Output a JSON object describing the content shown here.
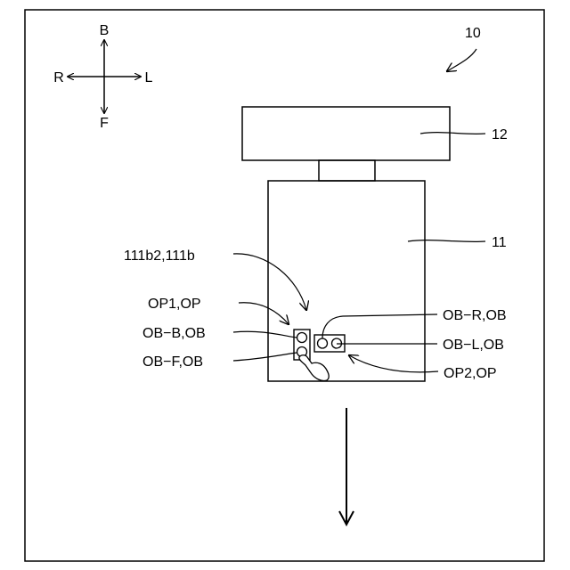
{
  "compass": {
    "back": "B",
    "front": "F",
    "right": "R",
    "left": "L"
  },
  "labels": {
    "device": "10",
    "top_unit": "12",
    "body": "11",
    "part_ref": "111b2,111b",
    "op1": "OP1,OP",
    "ob_b": "OB−B,OB",
    "ob_f": "OB−F,OB",
    "ob_r": "OB−R,OB",
    "ob_l": "OB−L,OB",
    "op2": "OP2,OP"
  },
  "colors": {
    "line": "#000000",
    "background": "#ffffff"
  }
}
